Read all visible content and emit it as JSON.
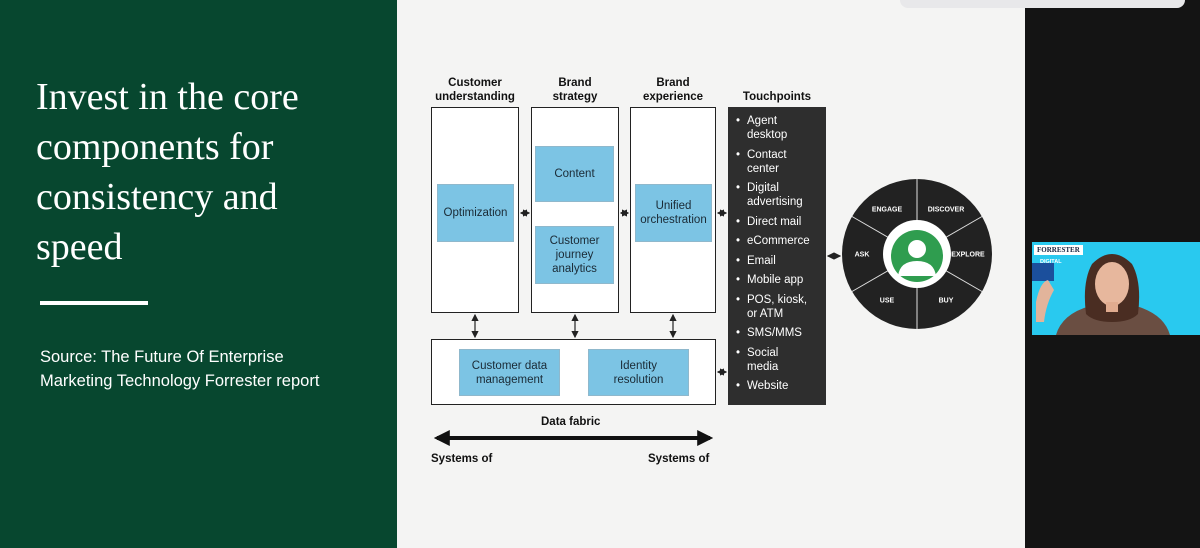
{
  "slide": {
    "title": "Invest in the core\ncomponents for\nconsistency and\nspeed",
    "source": "Source: The Future Of Enterprise\nMarketing Technology Forrester report"
  },
  "diagram": {
    "columns": [
      {
        "heading": "Customer\nunderstanding"
      },
      {
        "heading": "Brand\nstrategy"
      },
      {
        "heading": "Brand\nexperience"
      },
      {
        "heading": "Touchpoints"
      }
    ],
    "blocks": {
      "optimization": "Optimization",
      "content": "Content",
      "customer_journey_analytics": "Customer\njourney\nanalytics",
      "unified_orchestration": "Unified\norchestration",
      "customer_data_management": "Customer data\nmanagement",
      "identity_resolution": "Identity\nresolution"
    },
    "touchpoints": [
      "Agent\ndesktop",
      "Contact\ncenter",
      "Digital\nadvertising",
      "Direct mail",
      "eCommerce",
      "Email",
      "Mobile app",
      "POS, kiosk,\nor ATM",
      "SMS/MMS",
      "Social\nmedia",
      "Website"
    ],
    "data_fabric": "Data fabric",
    "systems_left": "Systems of",
    "systems_right": "Systems of",
    "wheel": [
      "ENGAGE",
      "DISCOVER",
      "EXPLORE",
      "BUY",
      "USE",
      "ASK"
    ]
  },
  "pip": {
    "brand": "FORRESTER",
    "sub": "DIGITAL"
  },
  "colors": {
    "slide_green": "#07472f",
    "block_blue": "#7cc4e4",
    "touchpoint_bg": "#2e2e2e",
    "wheel_dark": "#222222",
    "avatar_green": "#2f9d4f",
    "pip_cyan": "#29c9ef"
  }
}
